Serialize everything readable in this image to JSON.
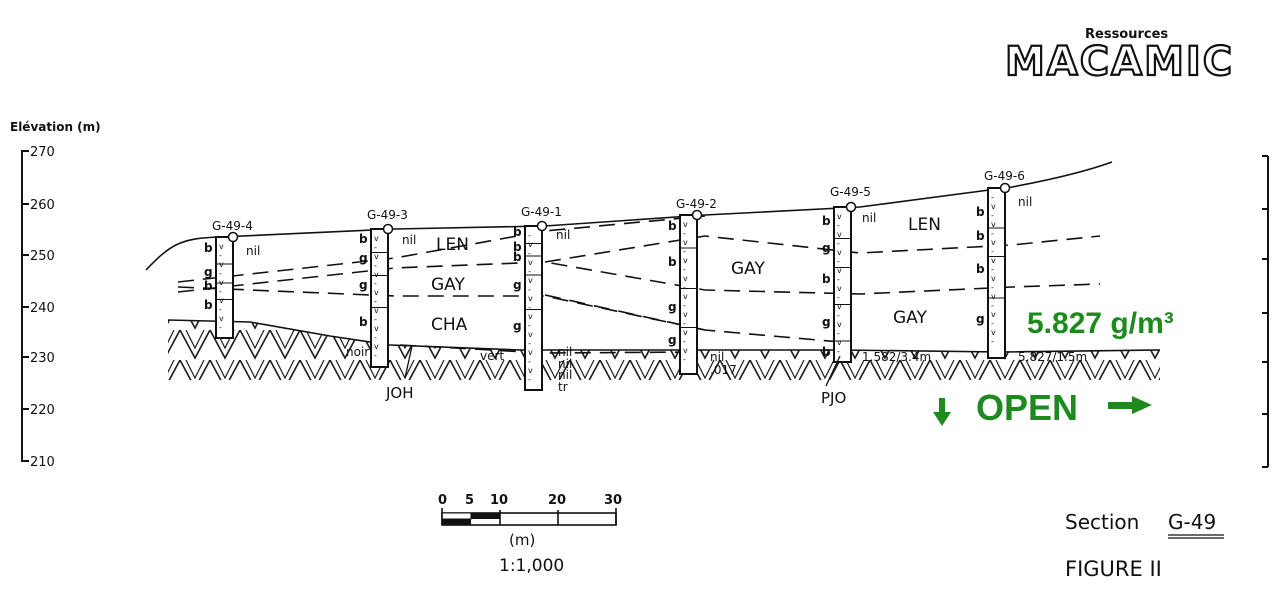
{
  "logo": {
    "top": "Ressources",
    "main": "MACAMIC"
  },
  "axis": {
    "title": "Elévation (m)",
    "ticks": [
      "270",
      "260",
      "250",
      "240",
      "230",
      "220",
      "210"
    ]
  },
  "holes": [
    {
      "id": "G-49-4",
      "logs": [
        "b",
        "g",
        "b",
        "b"
      ],
      "assays": [
        "nil"
      ]
    },
    {
      "id": "G-49-3",
      "logs": [
        "b",
        "g",
        "g",
        "b"
      ],
      "assays": [
        "nil",
        "noir"
      ]
    },
    {
      "id": "G-49-1",
      "logs": [
        "b",
        "b",
        "b",
        "g",
        "g"
      ],
      "assays": [
        "nil",
        "vert",
        "nil",
        "nil",
        "nil",
        "tr"
      ]
    },
    {
      "id": "G-49-2",
      "logs": [
        "b",
        "b",
        "g",
        "g"
      ],
      "assays": [
        "nil",
        ".017"
      ]
    },
    {
      "id": "G-49-5",
      "logs": [
        "b",
        "g",
        "b",
        "g",
        "b"
      ],
      "assays": [
        "nil",
        "1.582/3.4m"
      ]
    },
    {
      "id": "G-49-6",
      "logs": [
        "b",
        "b",
        "b",
        "g"
      ],
      "assays": [
        "nil",
        "5.827/1.5m"
      ]
    }
  ],
  "units": [
    {
      "label": "LEN"
    },
    {
      "label": "GAY"
    },
    {
      "label": "CHA"
    },
    {
      "label": "GAY"
    },
    {
      "label": "LEN"
    },
    {
      "label": "GAY"
    }
  ],
  "zones": [
    {
      "label": "JOH"
    },
    {
      "label": "PJO"
    }
  ],
  "highlight": {
    "grade": "5.827 g/m³",
    "open": "OPEN",
    "accent": "#1e8a1e"
  },
  "scale": {
    "ticks": [
      "0",
      "5",
      "10",
      "20",
      "30"
    ],
    "unit": "(m)",
    "ratio": "1:1,000"
  },
  "caption": {
    "section_prefix": "Section",
    "section_id": "G-49",
    "figure": "FIGURE II"
  }
}
